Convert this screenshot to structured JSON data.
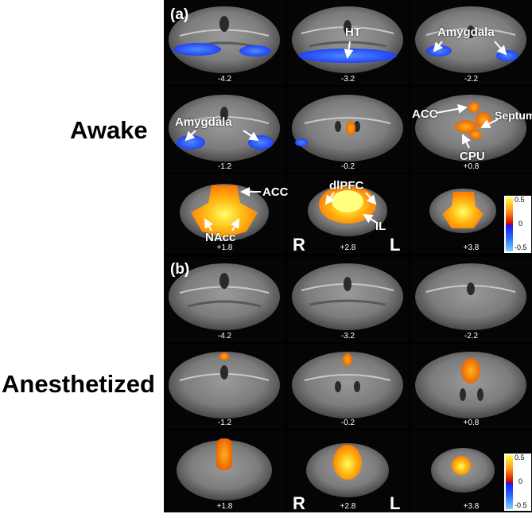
{
  "labels": {
    "awake": "Awake",
    "anesthetized": "Anesthetized"
  },
  "panels": {
    "a": "(a)",
    "b": "(b)"
  },
  "orientation": {
    "right": "R",
    "left": "L"
  },
  "slices": {
    "row1": [
      "-4.2",
      "-3.2",
      "-2.2"
    ],
    "row2": [
      "-1.2",
      "-0.2",
      "+0.8"
    ],
    "row3": [
      "+1.8",
      "+2.8",
      "+3.8"
    ]
  },
  "annotations": {
    "ht": "HT",
    "amygdala_a": "Amygdala",
    "amygdala_b": "Amygdala",
    "acc_1": "ACC",
    "septum": "Septum",
    "cpu": "CPU",
    "acc_2": "ACC",
    "nacc": "NAcc",
    "dlpfc": "dlPFC",
    "il": "IL"
  },
  "colorbar": {
    "max": "0.5",
    "zero": "0",
    "min": "-0.5"
  },
  "colors": {
    "positive": "#ff9a1a",
    "positive_peak": "#ffff40",
    "negative": "#2a6cff"
  }
}
